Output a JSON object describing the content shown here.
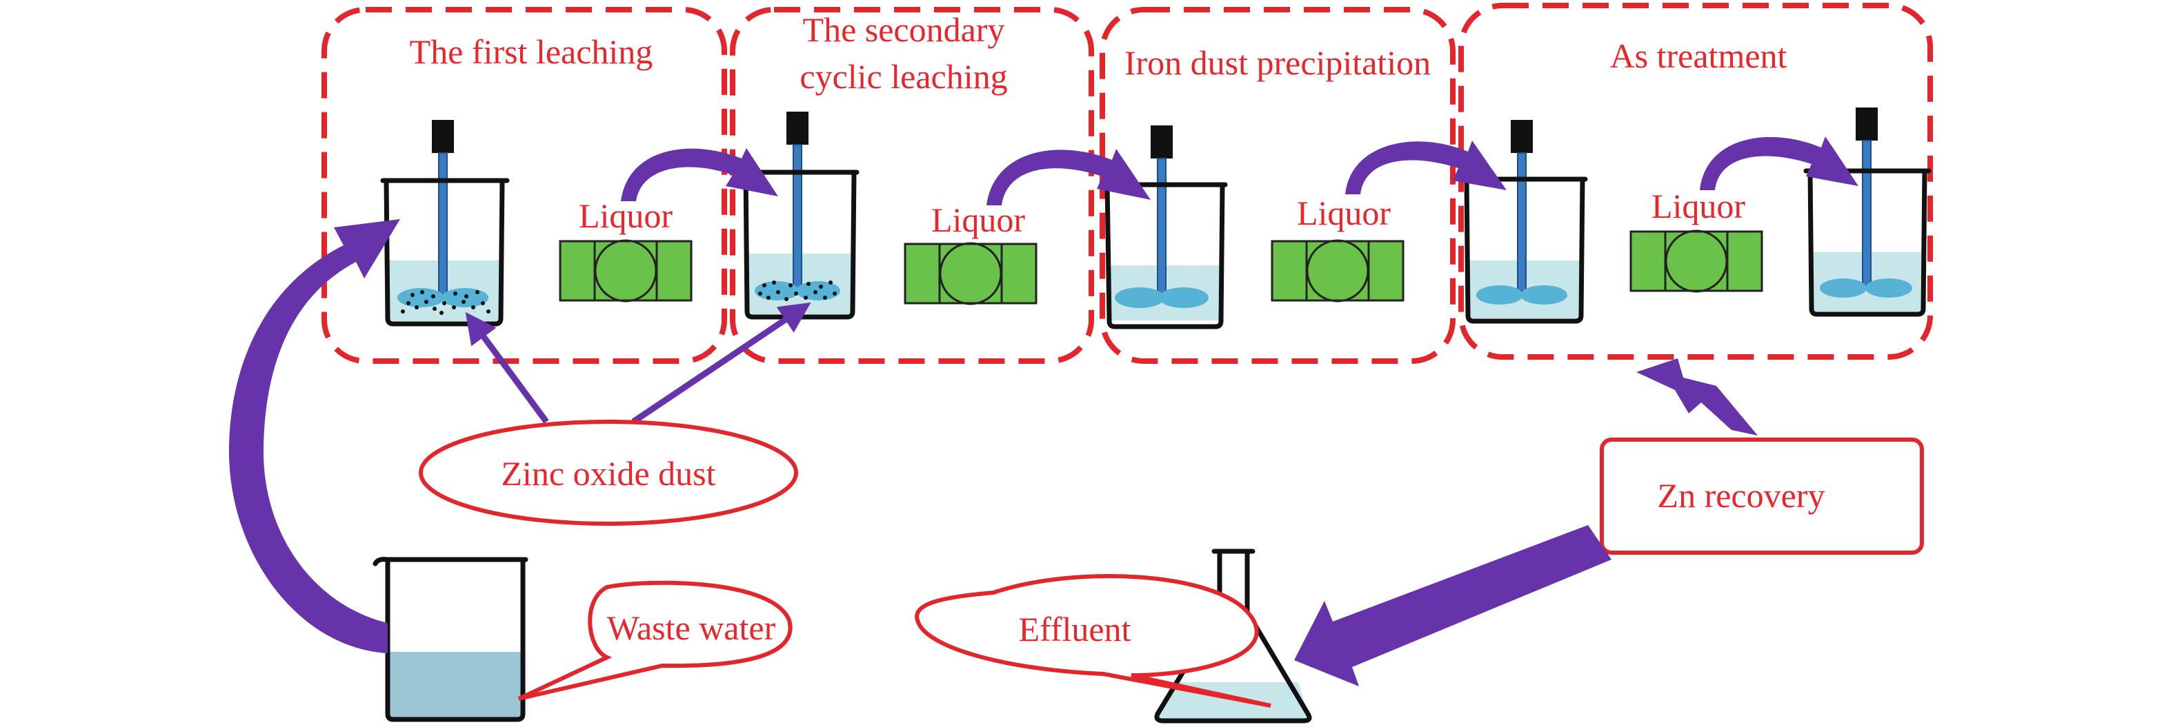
{
  "stages": [
    {
      "title_lines": [
        "The first leaching"
      ]
    },
    {
      "title_lines": [
        "The secondary",
        "cyclic leaching"
      ]
    },
    {
      "title_lines": [
        "Iron dust precipitation"
      ]
    },
    {
      "title_lines": [
        "As treatment"
      ]
    }
  ],
  "liquor_labels": [
    "Liquor",
    "Liquor",
    "Liquor",
    "Liquor"
  ],
  "labels": {
    "zinc_oxide_dust": "Zinc oxide dust",
    "zn_recovery": "Zn recovery",
    "waste_water": "Waste water",
    "effluent": "Effluent"
  },
  "colors": {
    "accent_red": "#e3262b",
    "arrow_purple": "#6633aa",
    "pump_green": "#6ac24a",
    "liquid": "#c6e6ea",
    "impeller": "#56b3d6"
  },
  "icons": [
    "beaker-with-stirrer-icon",
    "filter-press-icon",
    "beaker-icon",
    "erlenmeyer-flask-icon",
    "curved-arrow-icon"
  ]
}
